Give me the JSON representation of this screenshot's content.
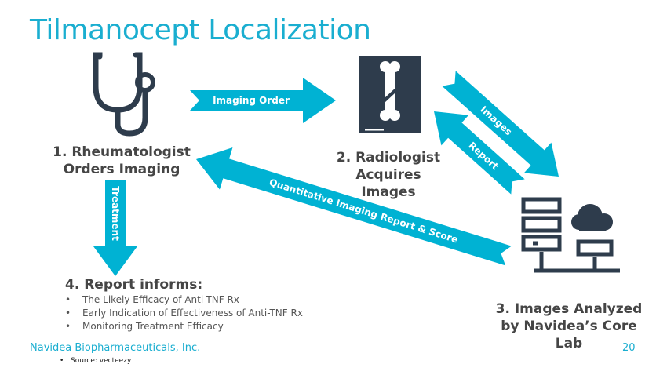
{
  "title": "Tilmanocept Localization",
  "steps": {
    "step1": "1. Rheumatologist Orders Imaging",
    "step2": "2. Radiologist Acquires Images",
    "step3": "3. Images Analyzed by Navidea’s Core Lab",
    "step4": "4. Report informs:"
  },
  "bullets": [
    "The Likely Efficacy of Anti-TNF Rx",
    "Early Indication of Effectiveness of Anti-TNF Rx",
    "Monitoring Treatment Efficacy"
  ],
  "arrows": {
    "imaging_order": "Imaging Order",
    "images": "Images",
    "report": "Report",
    "quantitative": "Quantitative Imaging Report & Score",
    "treatment": "Treatment"
  },
  "footer": {
    "company": "Navidea Biopharmaceuticals, Inc.",
    "page": "20",
    "source": "Source: vecteezy"
  },
  "colors": {
    "accent": "#00b2d3",
    "icon": "#2e3c4c",
    "text": "#454545"
  }
}
